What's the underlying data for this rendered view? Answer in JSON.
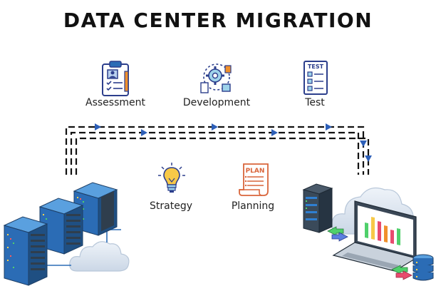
{
  "title": "DATA CENTER MIGRATION",
  "phases": {
    "assessment": {
      "label": "Assessment",
      "icon": "clipboard-checklist-icon"
    },
    "development": {
      "label": "Development",
      "icon": "gear-monitor-icon"
    },
    "test": {
      "label": "Test",
      "icon": "test-checklist-icon"
    },
    "strategy": {
      "label": "Strategy",
      "icon": "lightbulb-icon"
    },
    "planning": {
      "label": "Planning",
      "icon": "plan-scroll-icon"
    }
  },
  "plan_icon_text": "PLAN",
  "test_icon_text": "TEST",
  "colors": {
    "title": "#111111",
    "server_blue": "#2b6cb5",
    "server_dark": "#2f3e4d",
    "icon_outline": "#2c3e8c",
    "accent_orange": "#f0902c",
    "arrow_blue": "#2d5fb8",
    "cloud": "#dde6f1"
  }
}
